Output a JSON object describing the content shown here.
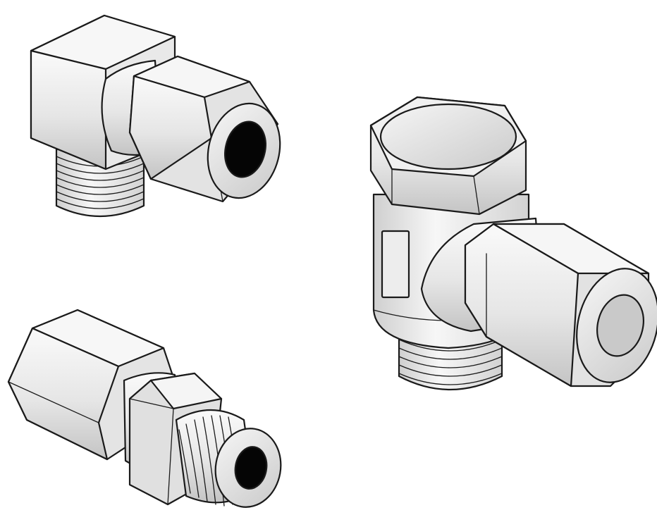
{
  "scene": {
    "colors": {
      "background": "#ffffff",
      "outline": "#1a1a1a",
      "metal_light": "#f4f4f4",
      "metal_mid": "#dcdcdc",
      "metal_dark": "#bdbdbd",
      "bore": "#050505",
      "bore_capped": "#c9c9c9"
    },
    "objects": [
      {
        "name": "elbow-compression-fitting",
        "parts": [
          "square-elbow-body",
          "hex-nut",
          "threaded-male-end",
          "open-bore"
        ]
      },
      {
        "name": "straight-male-connector",
        "parts": [
          "hex-socket",
          "hex-nut",
          "threaded-end",
          "open-bore"
        ]
      },
      {
        "name": "banjo-swivel-elbow",
        "parts": [
          "hex-cap",
          "cylindrical-body",
          "side-port-window",
          "hex-nut",
          "threaded-male-end",
          "capped-bore"
        ]
      }
    ]
  }
}
